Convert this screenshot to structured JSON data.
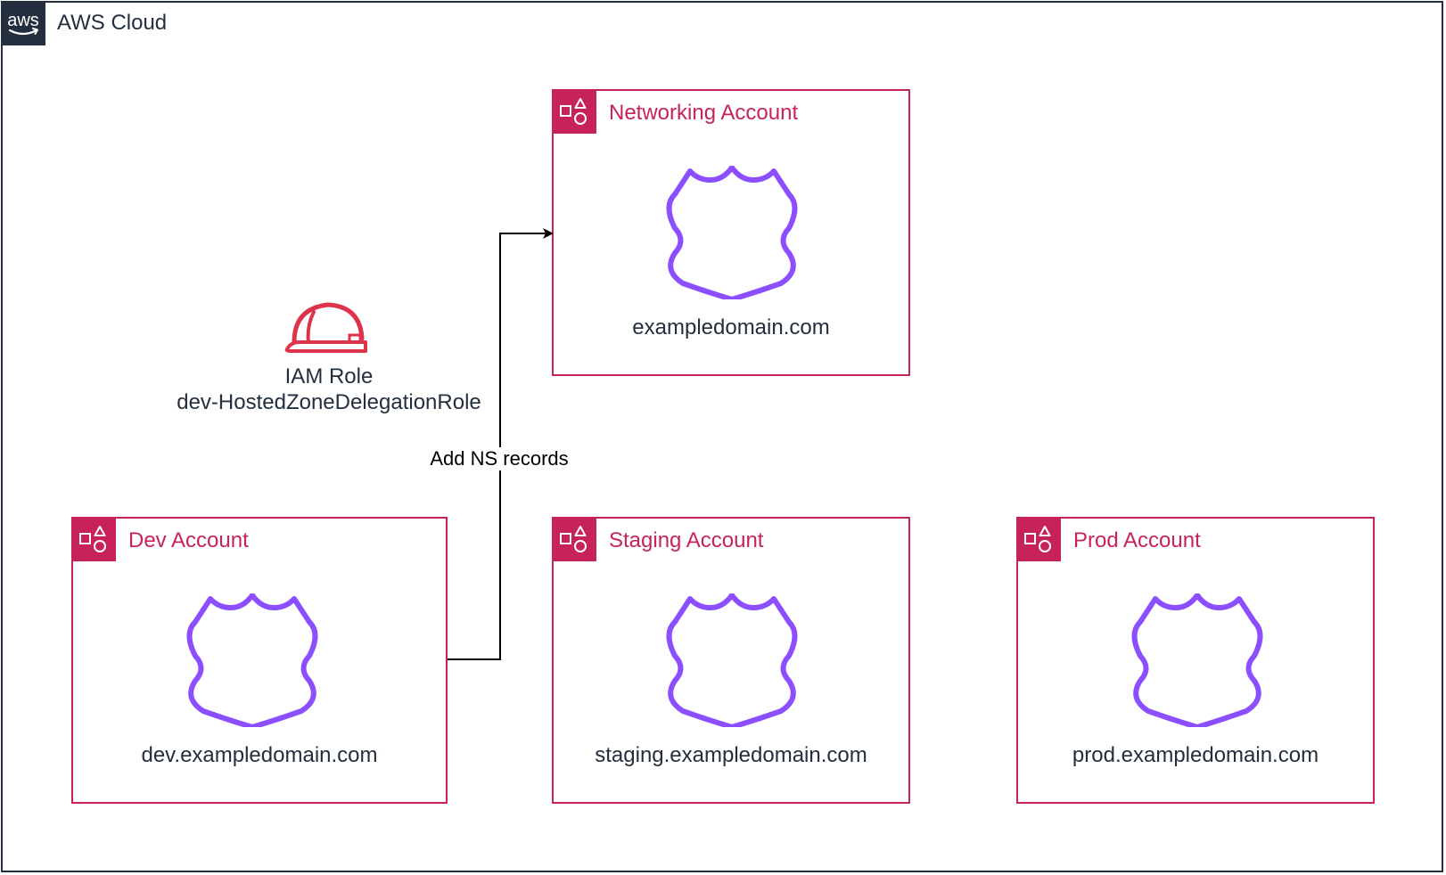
{
  "cloud": {
    "badge_icon": "aws-logo-icon",
    "badge_text": "aws",
    "title": "AWS Cloud"
  },
  "accounts": {
    "networking": {
      "title": "Networking Account",
      "icon": "account-group-icon",
      "zone_icon": "route53-hosted-zone-icon",
      "domain": "exampledomain.com"
    },
    "dev": {
      "title": "Dev Account",
      "icon": "account-group-icon",
      "zone_icon": "route53-hosted-zone-icon",
      "domain": "dev.exampledomain.com"
    },
    "staging": {
      "title": "Staging Account",
      "icon": "account-group-icon",
      "zone_icon": "route53-hosted-zone-icon",
      "domain": "staging.exampledomain.com"
    },
    "prod": {
      "title": "Prod Account",
      "icon": "account-group-icon",
      "zone_icon": "route53-hosted-zone-icon",
      "domain": "prod.exampledomain.com"
    }
  },
  "iam_role": {
    "icon": "iam-role-helmet-icon",
    "line1": "IAM Role",
    "line2": "dev-HostedZoneDelegationRole"
  },
  "edge": {
    "label": "Add NS records",
    "from": "Dev Account",
    "to": "Networking Account"
  },
  "colors": {
    "aws_dark": "#232f3e",
    "account_accent": "#c7235a",
    "hosted_zone": "#8c4fff",
    "iam_role": "#dd344c",
    "edge": "#000000"
  }
}
